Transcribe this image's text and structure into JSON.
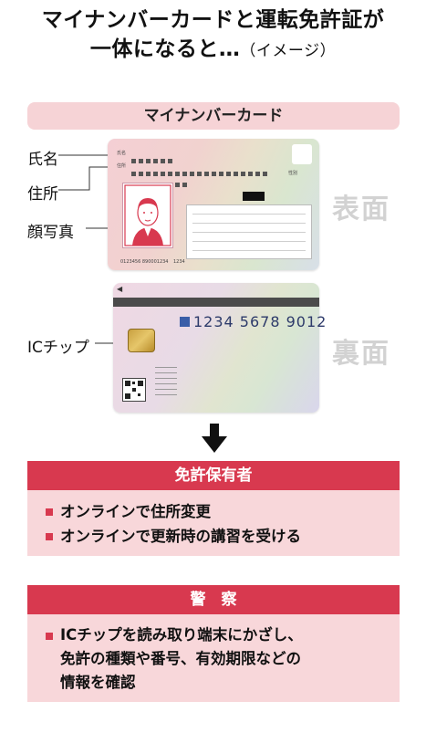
{
  "title": {
    "line1": "マイナンバーカードと運転免許証が",
    "line2_main": "一体になると…",
    "line2_sub": "（イメージ）"
  },
  "card_header": "マイナンバーカード",
  "labels": {
    "name": "氏名",
    "address": "住所",
    "photo": "顔写真",
    "ic_chip": "ICチップ"
  },
  "sides": {
    "front": "表面",
    "back": "裏面"
  },
  "front_card": {
    "field_name": "氏名",
    "field_address": "住所",
    "gender": "性別",
    "footer_code": "0123456 890001234",
    "footer_num": "1234"
  },
  "back_card": {
    "number": "1234  5678  9012"
  },
  "holder": {
    "title": "免許保有者",
    "items": [
      "オンラインで住所変更",
      "オンラインで更新時の講習を受ける"
    ]
  },
  "police": {
    "title": "警　察",
    "item_lines": [
      "ICチップを読み取り端末にかざし、",
      "免許の種類や番号、有効期限などの",
      "情報を確認"
    ]
  },
  "colors": {
    "accent": "#d8394f",
    "panel_bg": "#f8d7da",
    "pill_bg": "#f6d3d6"
  }
}
